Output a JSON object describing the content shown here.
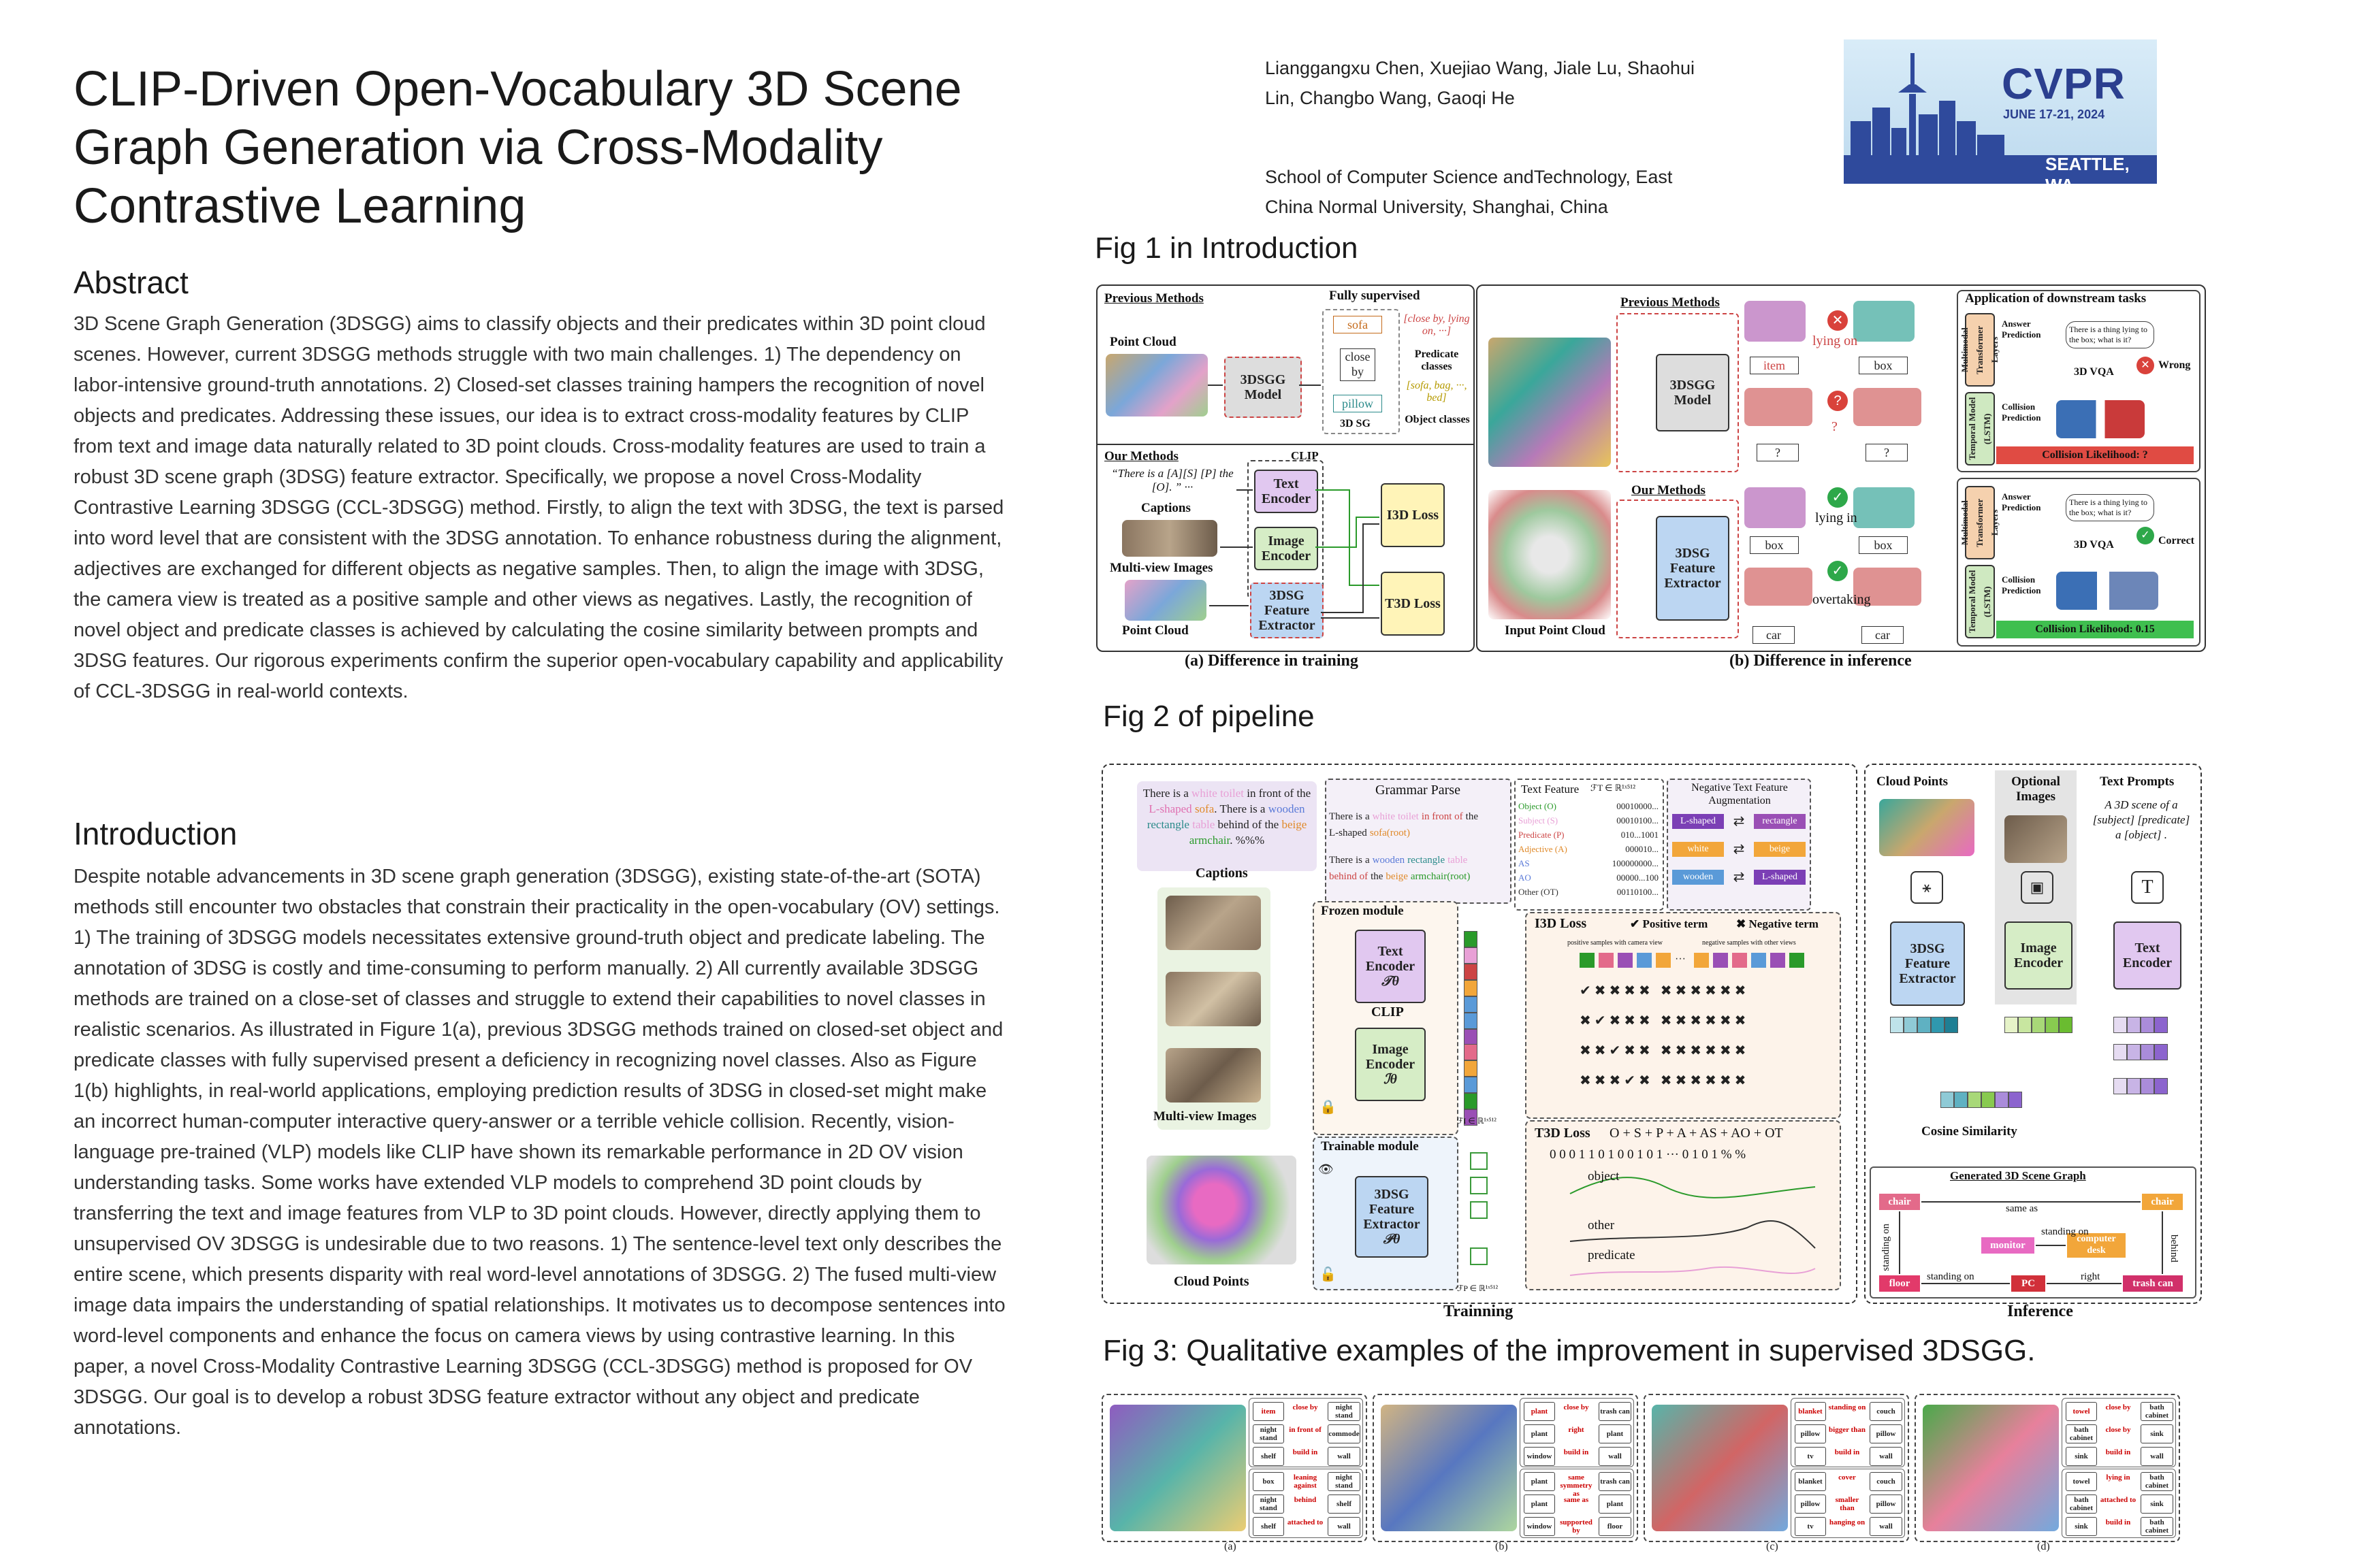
{
  "title": "CLIP-Driven Open-Vocabulary 3D Scene Graph Generation via Cross-Modality Contrastive Learning",
  "authors": "Lianggangxu Chen, Xuejiao Wang, Jiale Lu, Shaohui Lin, Changbo Wang, Gaoqi He",
  "affiliation": "School of Computer Science andTechnology, East China Normal University, Shanghai, China",
  "logo": {
    "name": "CVPR",
    "dates": "JUNE 17-21, 2024",
    "city": "SEATTLE, WA"
  },
  "abstract": {
    "heading": "Abstract",
    "text": "3D Scene Graph Generation (3DSGG) aims to classify objects and their predicates within 3D point cloud scenes. However, current 3DSGG methods struggle with two main challenges. 1) The dependency on labor-intensive ground-truth annotations. 2) Closed-set classes training hampers the recognition of novel objects and predicates. Addressing these issues, our idea is to extract cross-modality features by CLIP from text and image data naturally related to 3D point clouds. Cross-modality features are used to train a robust 3D scene graph (3DSG) feature extractor. Specifically, we propose a novel Cross-Modality Contrastive Learning 3DSGG (CCL-3DSGG) method. Firstly, to align the text with 3DSG, the text is parsed into word level that are consistent with the 3DSG annotation. To enhance robustness during the alignment, adjectives are exchanged for different objects as negative samples. Then, to align the image with 3DSG, the camera view is treated as a positive sample and other views as negatives. Lastly, the recognition of novel object and predicate classes is achieved by calculating the cosine similarity between prompts and 3DSG features. Our rigorous experiments confirm the superior open-vocabulary capability and applicability of CCL-3DSGG in real-world contexts."
  },
  "introduction": {
    "heading": "Introduction",
    "text": "Despite notable advancements in 3D scene graph generation (3DSGG), existing state-of-the-art (SOTA) methods still encounter two obstacles that constrain their practicality in the open-vocabulary (OV) settings. 1) The training of 3DSGG models necessitates extensive ground-truth object and predicate labeling. The annotation of 3DSG is costly and time-consuming to perform manually. 2) All currently available 3DSGG methods are trained on a close-set of classes and struggle to extend their capabilities to novel classes in realistic scenarios. As illustrated in Figure 1(a), previous 3DSGG methods trained on closed-set object and predicate classes with fully supervised present a deficiency in recognizing novel classes. Also as Figure 1(b) highlights, in real-world applications, employing prediction results of 3DSG in closed-set might make an incorrect human-computer interactive query-answer or a terrible vehicle collision. Recently, vision-language pre-trained (VLP) models like CLIP have shown its remarkable performance in 2D OV vision understanding tasks. Some works have extended VLP models to comprehend 3D point clouds by transferring the text and image features from VLP to 3D point clouds. However, directly applying them to unsupervised OV 3DSGG is undesirable due to two reasons. 1) The sentence-level text only describes the entire scene, which presents disparity with real word-level annotations of 3DSGG. 2) The fused multi-view image data impairs the understanding of spatial relationships. It motivates us to decompose sentences into word-level components and enhance the focus on camera views by using contrastive learning. In this paper, a novel Cross-Modality Contrastive Learning 3DSGG (CCL-3DSGG) method is proposed for OV 3DSGG. Our goal is to develop a robust 3DSG feature extractor without any object and predicate annotations."
  },
  "fig1": {
    "caption": "Fig 1 in Introduction",
    "a": {
      "prev_methods": "Previous Methods",
      "fully_supervised": "Fully supervised",
      "point_cloud": "Point Cloud",
      "model": "3DSGG Model",
      "node1": "sofa",
      "node2": "close by",
      "node3": "pillow",
      "pred_classes_list": "[close by, lying on, ···]",
      "pred_classes": "Predicate classes",
      "obj_list": "[sofa, bag, ···, bed]",
      "obj_classes": "Object classes",
      "sg": "3D SG",
      "our_methods": "Our Methods",
      "clip": "CLIP",
      "caption_text": "“There is a [A][S] [P] the [O]. ” ···",
      "captions": "Captions",
      "multiview": "Multi-view Images",
      "text_encoder": "Text Encoder",
      "image_encoder": "Image Encoder",
      "feature_extractor": "3DSG Feature Extractor",
      "i3d": "I3D Loss",
      "t3d": "T3D Loss",
      "sub": "(a) Difference in training"
    },
    "b": {
      "prev_methods": "Previous Methods",
      "our_methods": "Our Methods",
      "downstream": "Application of downstream tasks",
      "model": "3DSGG Model",
      "extractor": "3DSG Feature Extractor",
      "item": "item",
      "box": "box",
      "lying_on": "lying on",
      "q": "?",
      "lying_in": "lying in",
      "overtaking": "overtaking",
      "car": "car",
      "mm": "Multimodal Transformer Layers",
      "tm": "Temporal Model (LSTM)",
      "answer_pred": "Answer Prediction",
      "collision_pred": "Collision Prediction",
      "vqa": "3D VQA",
      "wrong": "Wrong",
      "correct": "Correct",
      "q_text": "There is a thing lying to the box; what is it?",
      "coll_bad": "Collision Likelihood: ?",
      "coll_good": "Collision Likelihood: 0.15",
      "input_cloud": "Input Point Cloud",
      "sub": "(b) Difference in inference"
    }
  },
  "fig2": {
    "caption": "Fig 2 of pipeline",
    "caption_text": {
      "p1": "There is a ",
      "w1": "white",
      "p2": " ",
      "w2": "toilet",
      "p3": " in front of the ",
      "w3": "L-shaped",
      "p4": " ",
      "w4": "sofa",
      "p5": ". There is a ",
      "w5": "wooden",
      "p6": " ",
      "w6": "rectangle",
      "p7": " ",
      "w7": "table",
      "p8": " behind of the ",
      "w8": "beige",
      "p9": " ",
      "w9": "armchair",
      "p10": ". %%%"
    },
    "captions": "Captions",
    "grammar_parse": "Grammar Parse",
    "gp_row1": [
      "There",
      "is",
      "a",
      "white",
      "toilet",
      "in front of",
      "the",
      "L-shaped",
      "sofa(root)"
    ],
    "gp_row2": [
      "There",
      "is",
      "a",
      "wooden",
      "rectangle",
      "table",
      "behind of",
      "the",
      "beige",
      "armchair(root)"
    ],
    "text_feature": "Text Feature",
    "text_feature_dim": "ℱT ∈ ℝ¹ˣ⁵¹²",
    "tf_rows": [
      {
        "k": "Object (O)",
        "v": "00010000..."
      },
      {
        "k": "Subject (S)",
        "v": "00010100..."
      },
      {
        "k": "Predicate (P)",
        "v": "010...1001"
      },
      {
        "k": "Adjective (A)",
        "v": "000010..."
      },
      {
        "k": "AS",
        "v": "100000000..."
      },
      {
        "k": "AO",
        "v": "00000...100"
      },
      {
        "k": "Other (OT)",
        "v": "00110100..."
      }
    ],
    "neg_aug": "Negative Text Feature Augmentation",
    "neg_pairs": [
      [
        "L-shaped",
        "rectangle"
      ],
      [
        "white",
        "beige"
      ],
      [
        "wooden",
        "L-shaped"
      ]
    ],
    "frozen": "Frozen module",
    "clip": "CLIP",
    "text_encoder": "Text Encoder",
    "text_sym": "𝒯θ",
    "image_encoder": "Image Encoder",
    "image_sym": "ℐθ",
    "fi_dim": "ℱI ∈ ℝ¹ˣ⁵¹²",
    "fp_dim": "ℱP ∈ ℝ¹ˣ⁵¹²",
    "multiview": "Multi-view Images",
    "trainable": "Trainable module",
    "extractor": "3DSG Feature Extractor",
    "extractor_sym": "𝒫θ",
    "cloud_points": "Cloud Points",
    "i3d_loss": "I3D Loss",
    "pos_term": "✔ Positive term",
    "neg_term": "✖ Negative term",
    "pos_samples": "positive samples with camera view",
    "neg_samples": "negative samples with other views",
    "i3d_rows": [
      "✔ ✖ ✖ ✖ ✖   ✖ ✖ ✖ ✖ ✖ ✖",
      "✖ ✔ ✖ ✖ ✖   ✖ ✖ ✖ ✖ ✖ ✖",
      "✖ ✖ ✔ ✖ ✖   ✖ ✖ ✖ ✖ ✖ ✖",
      "✖ ✖ ✖ ✔ ✖   ✖ ✖ ✖ ✖ ✖ ✖"
    ],
    "t3d_loss": "T3D Loss",
    "t3d_eq": "O + S + P + A + AS + AO + OT",
    "t3d_bits": "0 0 0 1 1 0 1 0 0 1 0 1 ··· 0 1 0 1 % %",
    "curve_object": "object",
    "curve_other": "other",
    "curve_predicate": "predicate",
    "training": "Trainning",
    "inf": {
      "cloud_points": "Cloud Points",
      "optional_images": "Optional Images",
      "text_prompts": "Text Prompts",
      "prompt": "A 3D scene of a [subject] [predicate] a [object] .",
      "extractor": "3DSG Feature Extractor",
      "image_encoder": "Image Encoder",
      "text_encoder": "Text Encoder",
      "cos": "Cosine Similarity",
      "graph_title": "Generated 3D Scene Graph",
      "nodes": [
        "chair",
        "chair",
        "monitor",
        "computer desk",
        "floor",
        "PC",
        "trash can"
      ],
      "edges": [
        "same as",
        "standing on",
        "standing on",
        "behind",
        "standing on",
        "right"
      ],
      "inference": "Inference"
    }
  },
  "fig3": {
    "caption": "Fig 3: Qualitative examples of the improvement in supervised 3DSGG.",
    "panels": [
      {
        "label": "(a)",
        "triples": [
          [
            "item",
            "close by",
            "night stand"
          ],
          [
            "night stand",
            "in front of",
            "commode"
          ],
          [
            "shelf",
            "build in",
            "wall"
          ],
          [
            "box",
            "leaning against",
            "night stand"
          ],
          [
            "night stand",
            "behind",
            "shelf"
          ],
          [
            "shelf",
            "attached to",
            "wall"
          ]
        ]
      },
      {
        "label": "(b)",
        "triples": [
          [
            "plant",
            "close by",
            "trash can"
          ],
          [
            "plant",
            "right",
            "plant"
          ],
          [
            "window",
            "build in",
            "wall"
          ],
          [
            "plant",
            "same symmetry as",
            "trash can"
          ],
          [
            "plant",
            "same as",
            "plant"
          ],
          [
            "window",
            "supported by",
            "floor"
          ]
        ]
      },
      {
        "label": "(c)",
        "triples": [
          [
            "blanket",
            "standing on",
            "couch"
          ],
          [
            "pillow",
            "bigger than",
            "pillow"
          ],
          [
            "tv",
            "build in",
            "wall"
          ],
          [
            "blanket",
            "cover",
            "couch"
          ],
          [
            "pillow",
            "smaller than",
            "pillow"
          ],
          [
            "tv",
            "hanging on",
            "wall"
          ]
        ]
      },
      {
        "label": "(d)",
        "triples": [
          [
            "towel",
            "close by",
            "bath cabinet"
          ],
          [
            "bath cabinet",
            "close by",
            "sink"
          ],
          [
            "sink",
            "build in",
            "wall"
          ],
          [
            "towel",
            "lying in",
            "bath cabinet"
          ],
          [
            "bath cabinet",
            "attached to",
            "sink"
          ],
          [
            "sink",
            "build in",
            "bath cabinet"
          ]
        ]
      }
    ]
  }
}
